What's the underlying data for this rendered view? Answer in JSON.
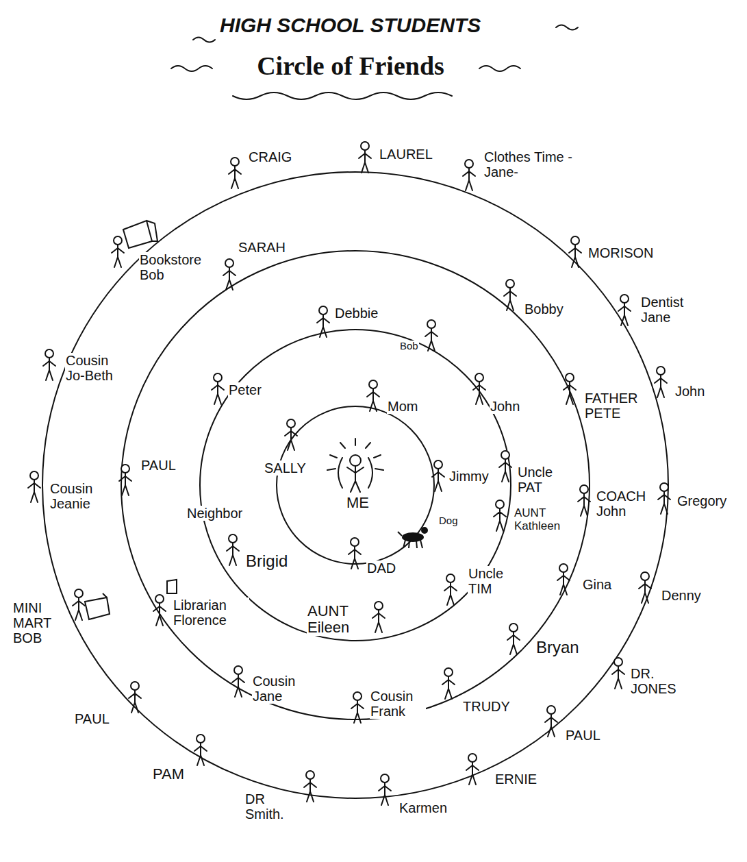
{
  "diagram": {
    "title": "Circle of Friends",
    "labels": [
      "HIGH SCHOOL STUDENTS",
      "CRAIG",
      "LAUREL",
      "Clothes Time -Jane-",
      "Bookstore Bob",
      "SARAH",
      "MORISON",
      "Dentist Jane",
      "Bobby",
      "Debbie",
      "Bob",
      "Cousin Jo-Beth",
      "Peter",
      "John",
      "Mom",
      "FATHER PETE",
      "John",
      "PAUL",
      "SALLY",
      "Jimmy",
      "Uncle PAT",
      "Cousin Jeanie",
      "ME",
      "COACH John",
      "Gregory",
      "Neighbor",
      "AUNT Kathleen",
      "Dog",
      "Brigid",
      "DAD",
      "Uncle TIM",
      "Gina",
      "Denny",
      "MINI MART BOB",
      "Librarian Florence",
      "AUNT Eileen",
      "Bryan",
      "DR. JONES",
      "Cousin Jane",
      "Cousin Frank",
      "TRUDY",
      "PAUL",
      "PAUL",
      "PAM",
      "ERNIE",
      "DR Smith.",
      "Karmen"
    ]
  }
}
